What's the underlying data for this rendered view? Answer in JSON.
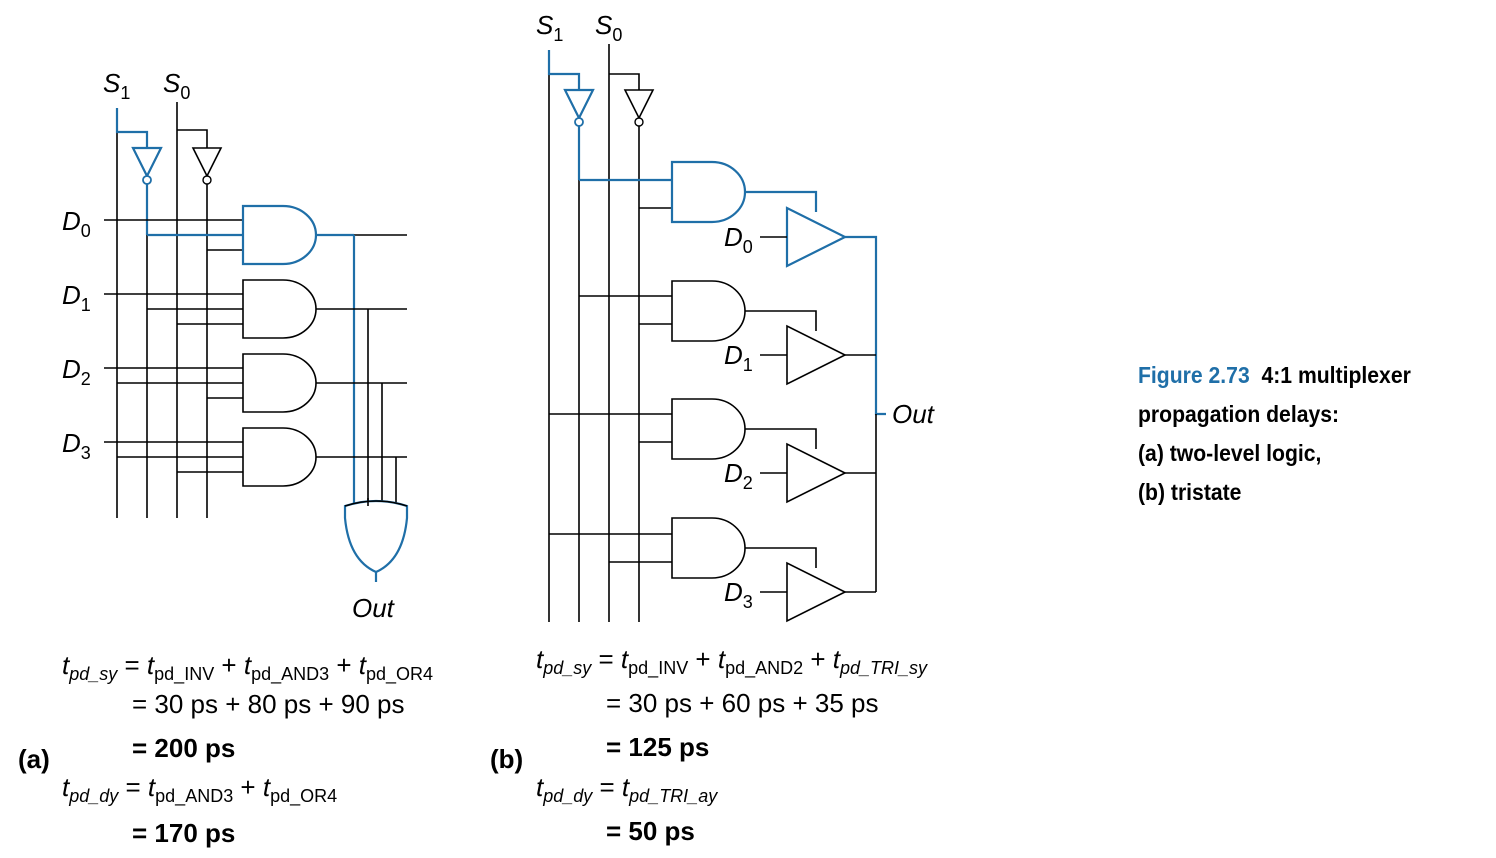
{
  "figure": {
    "number": "Figure 2.73",
    "caption_lines": [
      "4:1 multiplexer",
      "propagation delays:",
      "(a) two-level logic,",
      "(b) tristate"
    ]
  },
  "signals": {
    "s1": "S",
    "s1_sub": "1",
    "s0": "S",
    "s0_sub": "0",
    "d": "D",
    "d_subs": [
      "0",
      "1",
      "2",
      "3"
    ],
    "out": "Out"
  },
  "panel_a": {
    "label": "(a)",
    "eq1_lhs": "pd_sy",
    "eq1_terms": [
      "pd_INV",
      "pd_AND3",
      "pd_OR4"
    ],
    "eq1_values": "= 30 ps + 80 ps + 90 ps",
    "eq1_result": "= 200 ps",
    "eq2_lhs": "pd_dy",
    "eq2_terms": [
      "pd_AND3",
      "pd_OR4"
    ],
    "eq2_result": "= 170 ps"
  },
  "panel_b": {
    "label": "(b)",
    "eq1_lhs": "pd_sy",
    "eq1_terms": [
      "pd_INV",
      "pd_AND2",
      "pd_TRI_sy"
    ],
    "eq1_values": "= 30 ps + 60 ps + 35 ps",
    "eq1_result": "= 125 ps",
    "eq2_lhs": "pd_dy",
    "eq2_terms": [
      "pd_TRI_ay"
    ],
    "eq2_result": "= 50 ps"
  },
  "colors": {
    "highlight": "#1f6fa8",
    "wire": "#000000"
  }
}
